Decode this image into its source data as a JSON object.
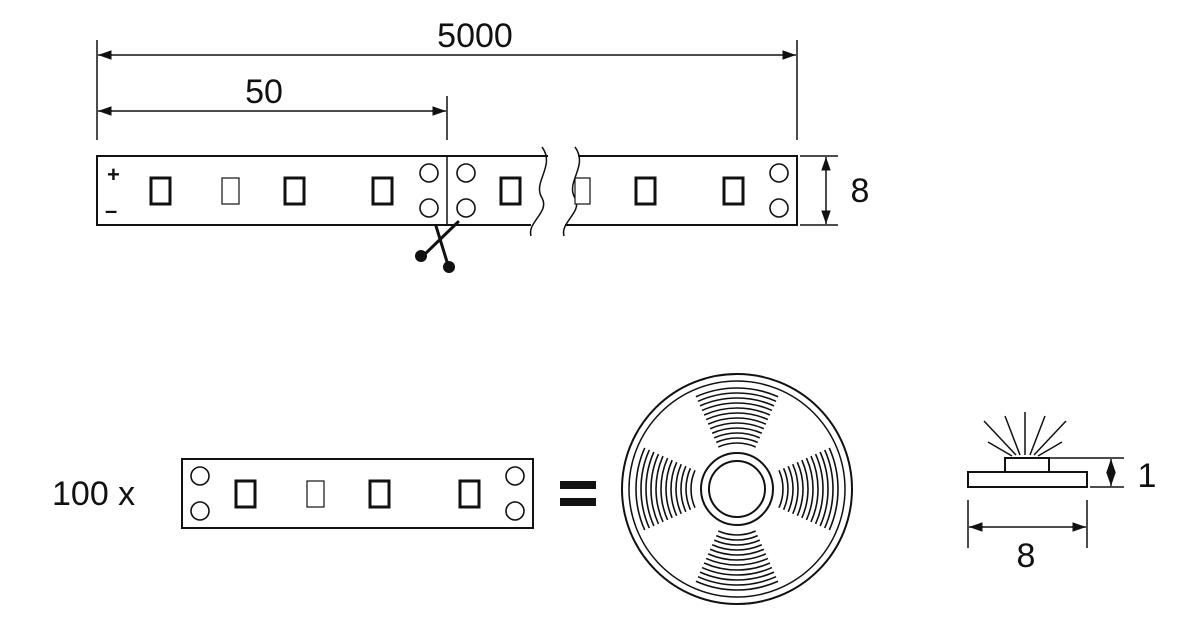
{
  "dimensions": {
    "total_length": "5000",
    "cut_interval": "50",
    "strip_width": "8",
    "strip_height": "1",
    "profile_width": "8"
  },
  "polarity": {
    "positive": "+",
    "negative": "–"
  },
  "reel_equation": {
    "multiplier": "100 x",
    "equals": "="
  },
  "icons": [
    "scissors-icon",
    "reel-icon",
    "led-light-icon"
  ],
  "colors": {
    "line": "#111111",
    "background": "#ffffff"
  }
}
